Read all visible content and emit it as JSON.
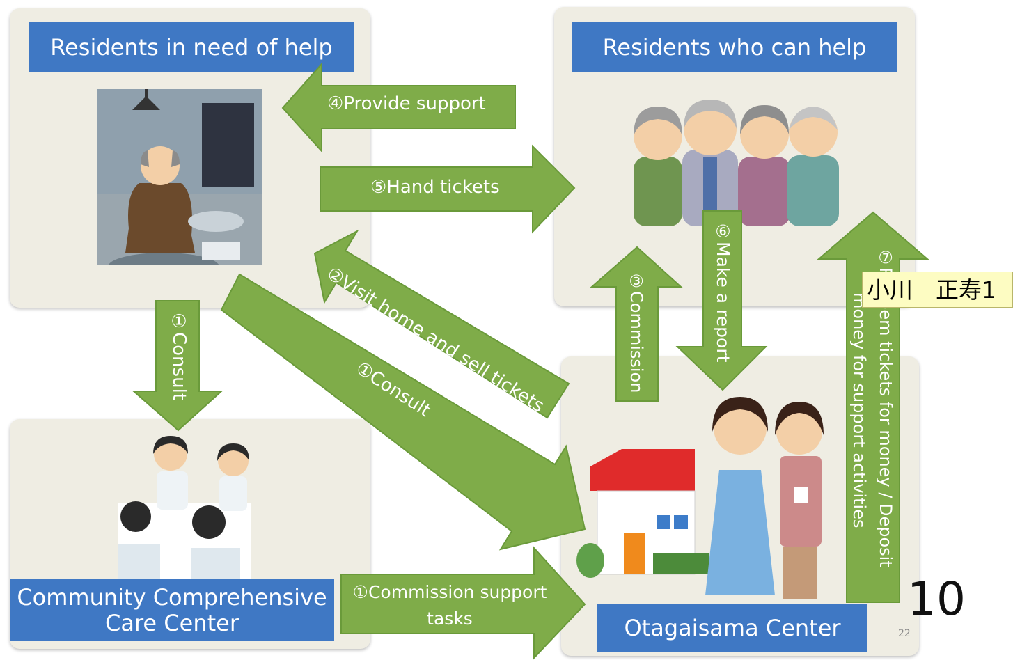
{
  "boxes": {
    "need_help": "Residents in need of help",
    "can_help": "Residents who can help",
    "care_center": "Community Comprehensive Care Center",
    "otagaisama": "Otagaisama Center"
  },
  "arrows": {
    "provide_support": "④Provide support",
    "hand_tickets": "⑤Hand tickets",
    "visit_sell": "②Visit home and sell tickets",
    "consult_diag": "①Consult",
    "consult_down": "①Consult",
    "commission": "③Commission",
    "make_report": "⑥Make a report",
    "redeem_line1": "⑦Redeem tickets for money / Deposit",
    "redeem_line2": "money for support activities",
    "commission_tasks": "①Commission support tasks"
  },
  "note": "小川　正寿1",
  "page_number": "10",
  "slide_number": "22",
  "colors": {
    "arrow": "#7fac49",
    "box": "#3f78c4",
    "panel": "#efede3"
  }
}
